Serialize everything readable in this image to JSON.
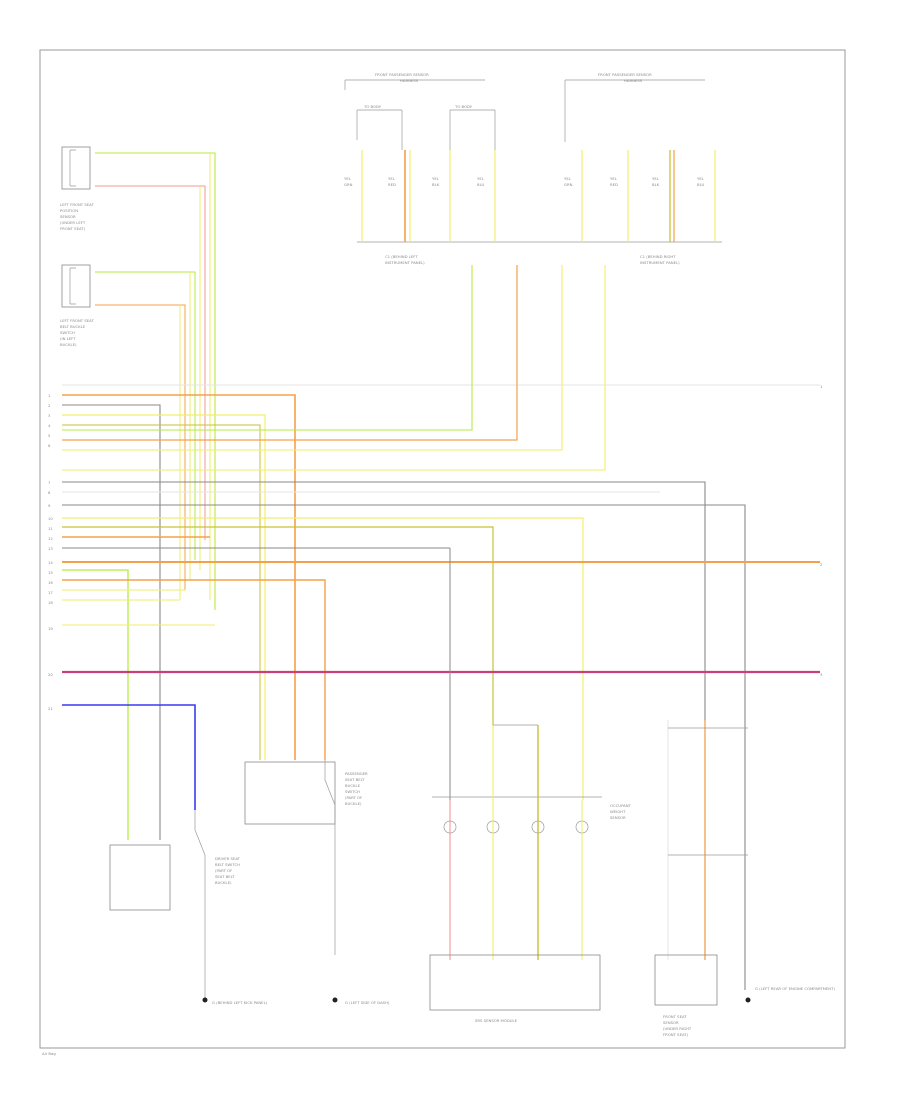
{
  "diagram": {
    "connectors": {
      "c1": "C1 (BEHIND LEFT INSTRUMENT PANEL)",
      "c2": "C1 (BEHIND RIGHT INSTRUMENT PANEL)"
    },
    "ground_labels": {
      "g_left": "G (BEHIND LEFT KICK PANEL)",
      "g_mid": "G (LEFT SIDE OF DASH)",
      "g_right": "G (LEFT REAR OF ENGINE COMPARTMENT)"
    },
    "page_code": "Air Bag"
  },
  "colors": {
    "yellow": "#f2ee6a",
    "green": "#b7ea3f",
    "orange": "#f5a04a",
    "pink": "#f39a9a",
    "redviolet": "#c8407a",
    "blue": "#3a3af0",
    "grey": "#8a8a8a",
    "olive": "#c9c236",
    "light": "#e6e6e6"
  }
}
